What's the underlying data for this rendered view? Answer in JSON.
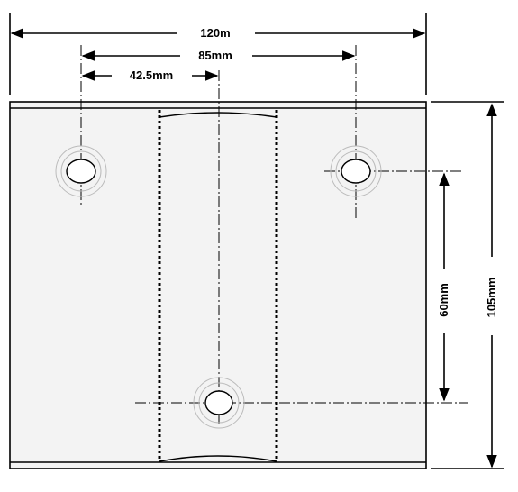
{
  "dimensions": {
    "overall_width": "120m",
    "hole_spacing": "85mm",
    "half_spacing": "42.5mm",
    "vertical_hole_spacing": "60mm",
    "overall_height": "105mm"
  }
}
